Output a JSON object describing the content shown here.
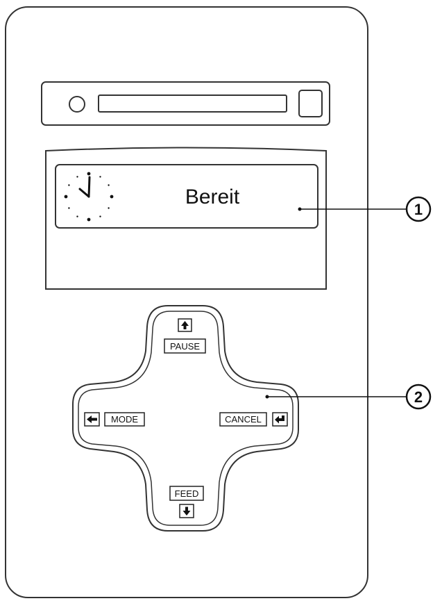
{
  "display": {
    "status_text": "Bereit",
    "icon": "clock-icon"
  },
  "keypad": {
    "pause_label": "PAUSE",
    "mode_label": "MODE",
    "cancel_label": "CANCEL",
    "feed_label": "FEED",
    "up_icon": "arrow-up-icon",
    "left_icon": "arrow-left-icon",
    "enter_icon": "enter-arrow-icon",
    "down_icon": "arrow-down-icon"
  },
  "callouts": [
    {
      "number": "1",
      "target": "display"
    },
    {
      "number": "2",
      "target": "keypad"
    }
  ]
}
